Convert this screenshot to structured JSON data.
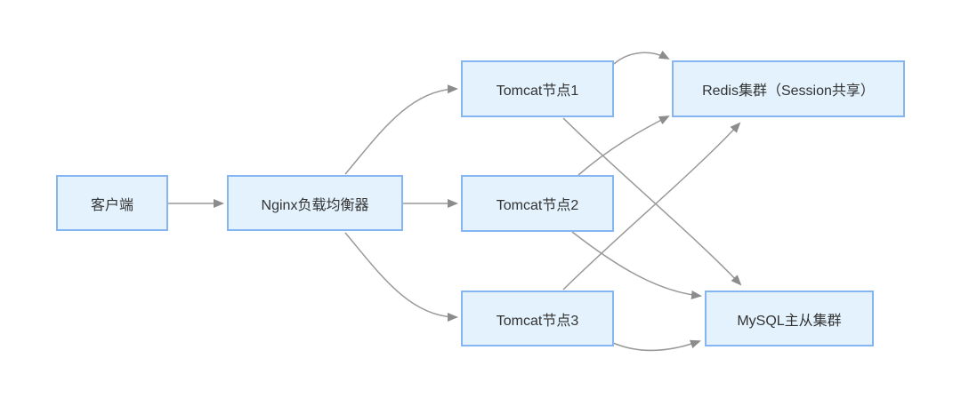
{
  "diagram": {
    "type": "flowchart",
    "direction": "left-to-right",
    "background": "#ffffff",
    "colors": {
      "node_fill": "#e3f2fd",
      "node_border": "#85b6f2",
      "edge": "#999999",
      "text": "#333333"
    },
    "nodes": {
      "client": {
        "label": "客户端"
      },
      "nginx": {
        "label": "Nginx负载均衡器"
      },
      "tomcat1": {
        "label": "Tomcat节点1"
      },
      "tomcat2": {
        "label": "Tomcat节点2"
      },
      "tomcat3": {
        "label": "Tomcat节点3"
      },
      "redis": {
        "label": "Redis集群（Session共享）"
      },
      "mysql": {
        "label": "MySQL主从集群"
      }
    },
    "edges": [
      {
        "from": "client",
        "to": "nginx"
      },
      {
        "from": "nginx",
        "to": "tomcat1"
      },
      {
        "from": "nginx",
        "to": "tomcat2"
      },
      {
        "from": "nginx",
        "to": "tomcat3"
      },
      {
        "from": "tomcat1",
        "to": "redis"
      },
      {
        "from": "tomcat2",
        "to": "redis"
      },
      {
        "from": "tomcat3",
        "to": "redis"
      },
      {
        "from": "tomcat1",
        "to": "mysql"
      },
      {
        "from": "tomcat2",
        "to": "mysql"
      },
      {
        "from": "tomcat3",
        "to": "mysql"
      }
    ]
  }
}
